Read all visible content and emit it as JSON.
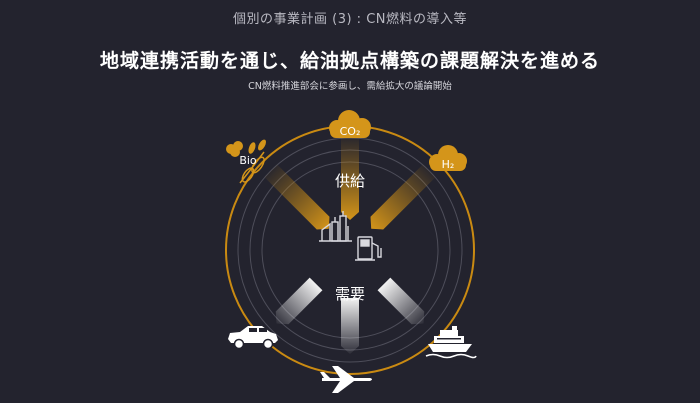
{
  "header": {
    "section_title": "個別の事業計画 (3) : CN燃料の導入等",
    "main_title": "地域連携活動を通じ、給油拠点構築の課題解決を進める",
    "subtitle": "CN燃料推進部会に参画し、需給拡大の議論開始"
  },
  "diagram": {
    "supply_label": "供給",
    "demand_label": "需要",
    "sources": [
      {
        "label": "Bio",
        "icon": "bio-leaf-icon"
      },
      {
        "label": "CO₂",
        "icon": "cloud-icon"
      },
      {
        "label": "H₂",
        "icon": "cloud-icon"
      }
    ],
    "consumers": [
      {
        "icon": "car-icon"
      },
      {
        "icon": "airplane-icon"
      },
      {
        "icon": "ship-icon"
      }
    ],
    "center_icons": [
      "refinery-icon",
      "fuel-pump-icon"
    ],
    "colors": {
      "background": "#23232e",
      "accent_gold": "#c98a12",
      "arrow_white": "#f2f2f2",
      "ring": "#5a5a66"
    }
  }
}
